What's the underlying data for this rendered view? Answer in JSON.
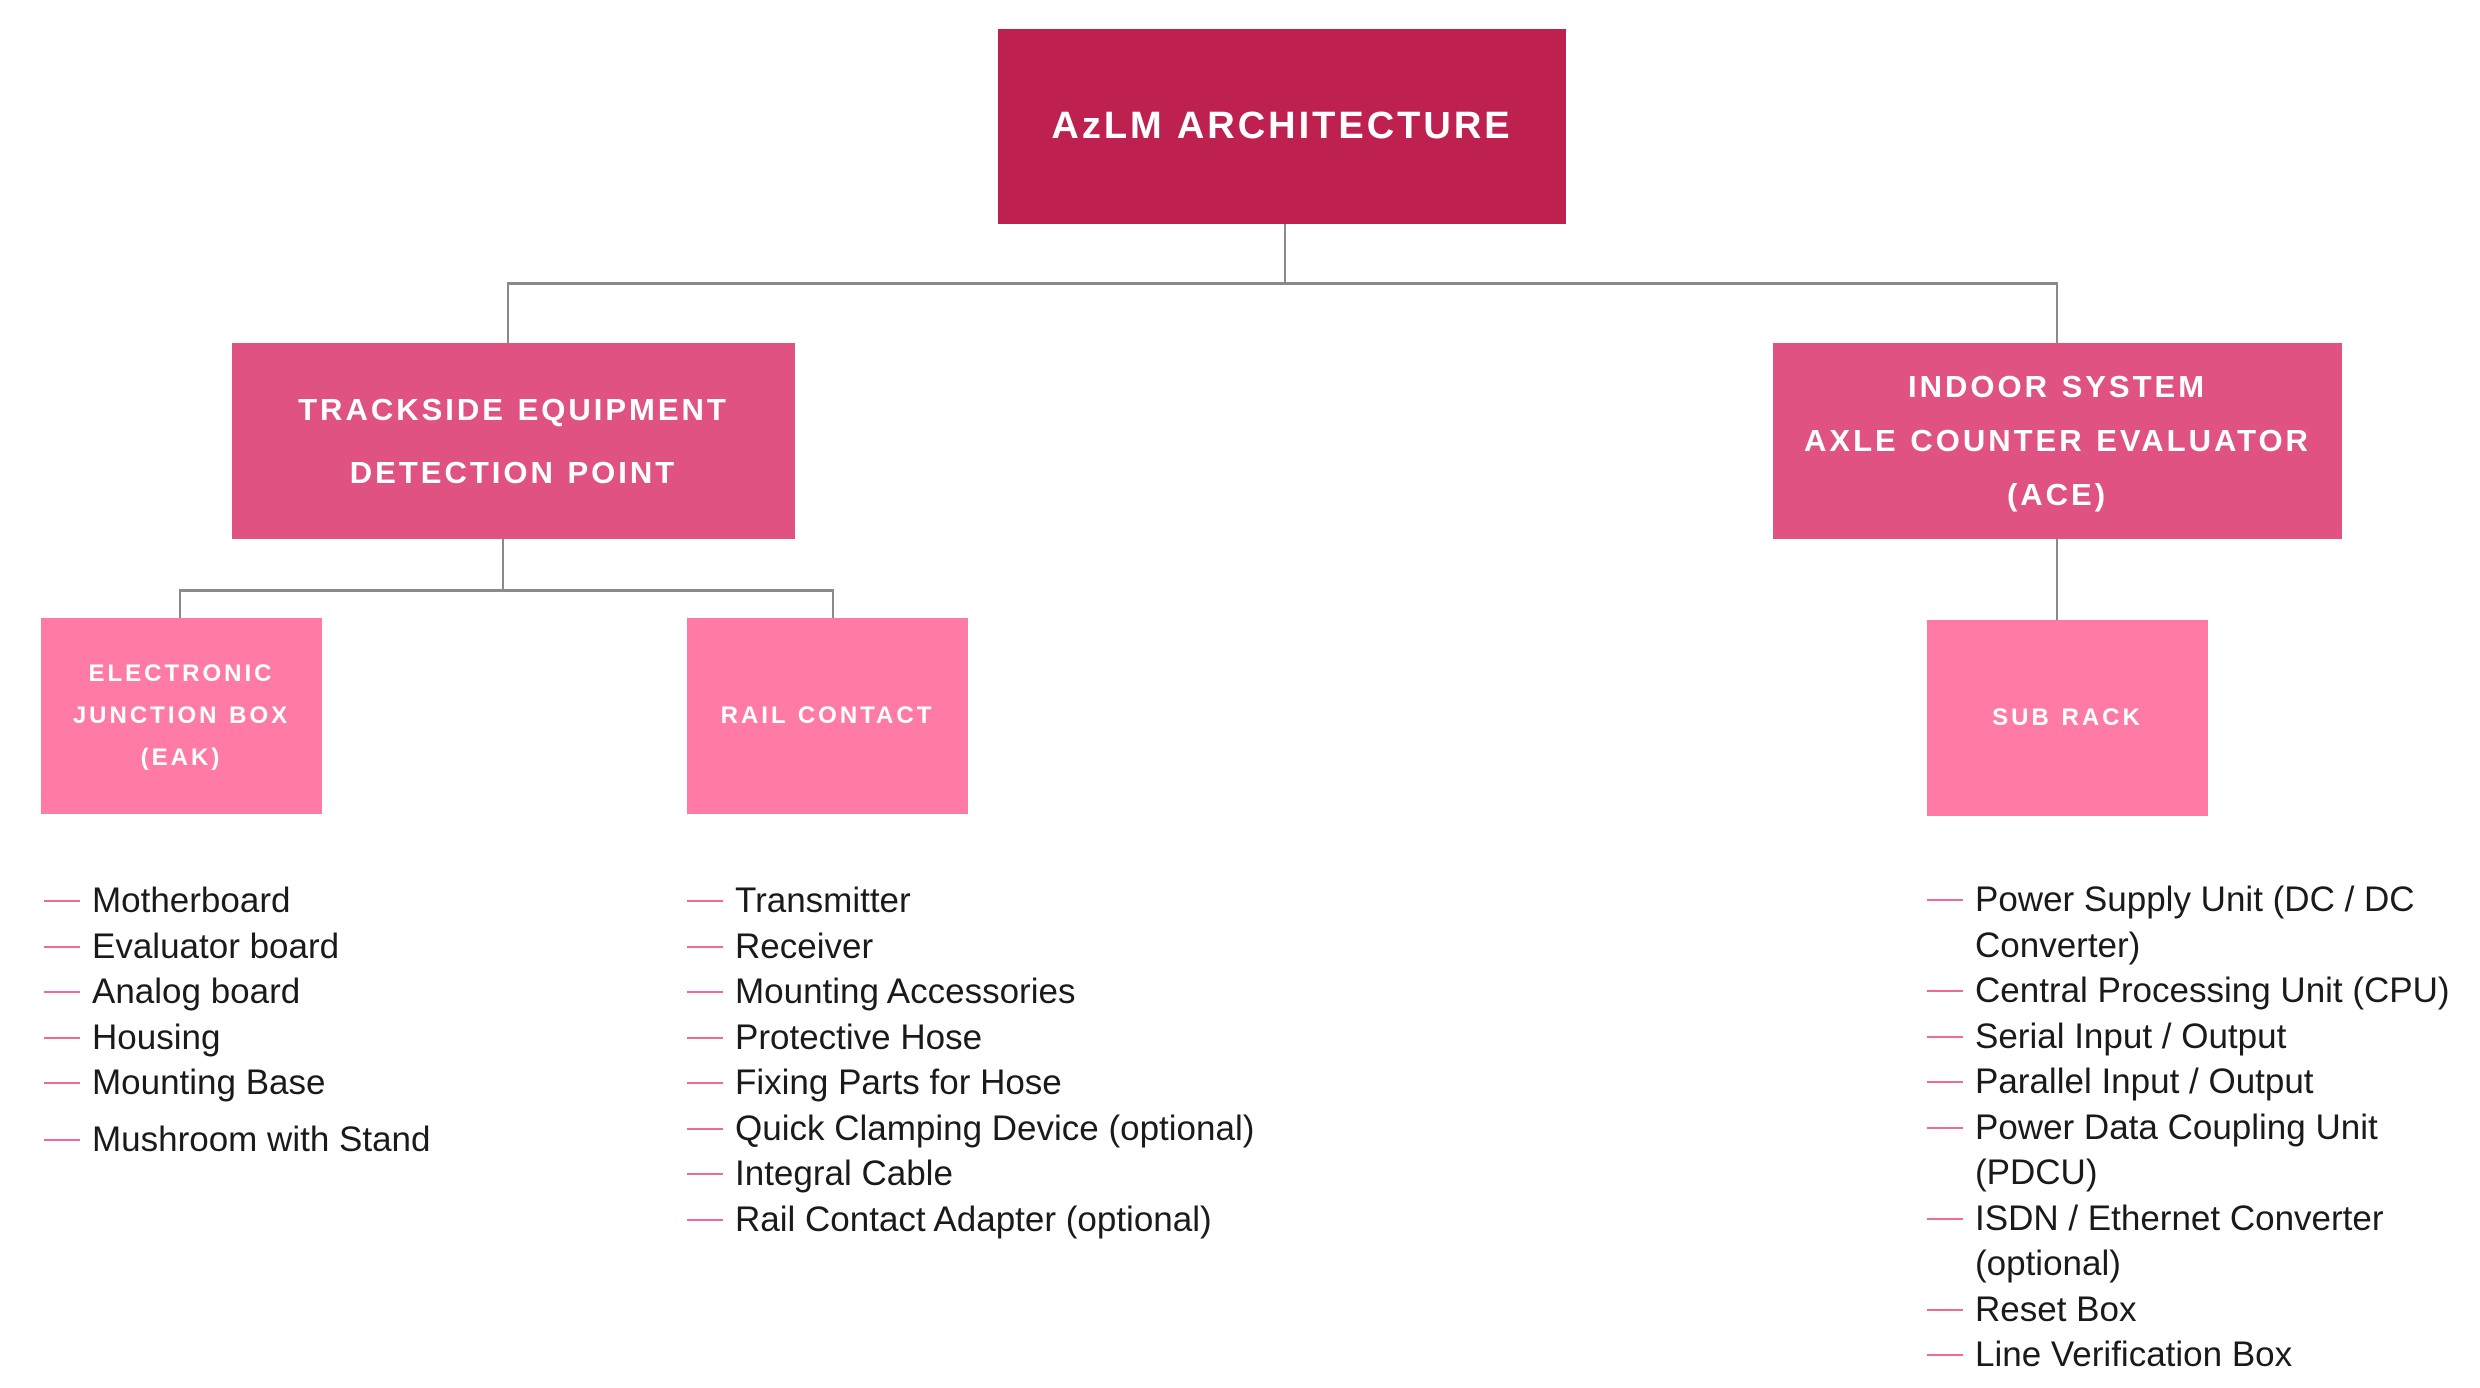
{
  "root": {
    "label": "AzLM ARCHITECTURE"
  },
  "trackside": {
    "line1": "TRACKSIDE EQUIPMENT",
    "line2": "DETECTION POINT"
  },
  "indoor": {
    "line1": "INDOOR SYSTEM",
    "line2": "AXLE COUNTER EVALUATOR",
    "line3": "(ACE)"
  },
  "eak": {
    "line1": "ELECTRONIC",
    "line2": "JUNCTION BOX",
    "line3": "(EAK)",
    "items": [
      "Motherboard",
      "Evaluator board",
      "Analog board",
      "Housing",
      "Mounting Base",
      "Mushroom with Stand"
    ]
  },
  "rail_contact": {
    "label": "RAIL CONTACT",
    "items": [
      "Transmitter",
      "Receiver",
      "Mounting Accessories",
      "Protective Hose",
      "Fixing Parts for Hose",
      "Quick Clamping Device (optional)",
      "Integral Cable",
      "Rail Contact Adapter (optional)"
    ]
  },
  "sub_rack": {
    "label": "SUB RACK",
    "items": [
      "Power Supply Unit (DC / DC\nConverter)",
      "Central Processing Unit (CPU)",
      "Serial Input / Output",
      "Parallel Input / Output",
      "Power Data Coupling Unit\n(PDCU)",
      "ISDN / Ethernet Converter\n(optional)",
      "Reset Box",
      "Line Verification Box"
    ]
  },
  "colors": {
    "root": "#BE2150",
    "level2": "#E05282",
    "level3": "#FF7BA5",
    "connector": "#8a8a8a",
    "bullet": "#F06A96"
  }
}
